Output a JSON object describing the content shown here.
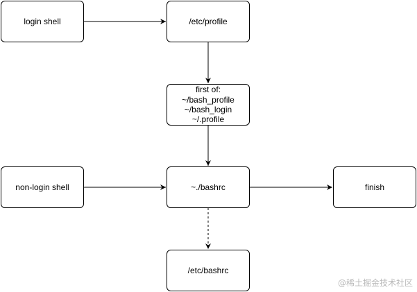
{
  "nodes": {
    "login_shell": "login shell",
    "etc_profile": "/etc/profile",
    "first_of": "first of:\n~/bash_profile\n~/bash_login\n~/.profile",
    "non_login_shell": "non-login shell",
    "bashrc": "~./bashrc",
    "finish": "finish",
    "etc_bashrc": "/etc/bashrc"
  },
  "edges": [
    {
      "from": "login_shell",
      "to": "etc_profile",
      "style": "solid"
    },
    {
      "from": "etc_profile",
      "to": "first_of",
      "style": "solid"
    },
    {
      "from": "first_of",
      "to": "bashrc",
      "style": "solid"
    },
    {
      "from": "non_login_shell",
      "to": "bashrc",
      "style": "solid"
    },
    {
      "from": "bashrc",
      "to": "finish",
      "style": "solid"
    },
    {
      "from": "bashrc",
      "to": "etc_bashrc",
      "style": "dashed"
    }
  ],
  "colors": {
    "stroke": "#000000",
    "background": "#ffffff",
    "watermark": "#b9b9b9"
  },
  "watermark": "@稀土掘金技术社区"
}
